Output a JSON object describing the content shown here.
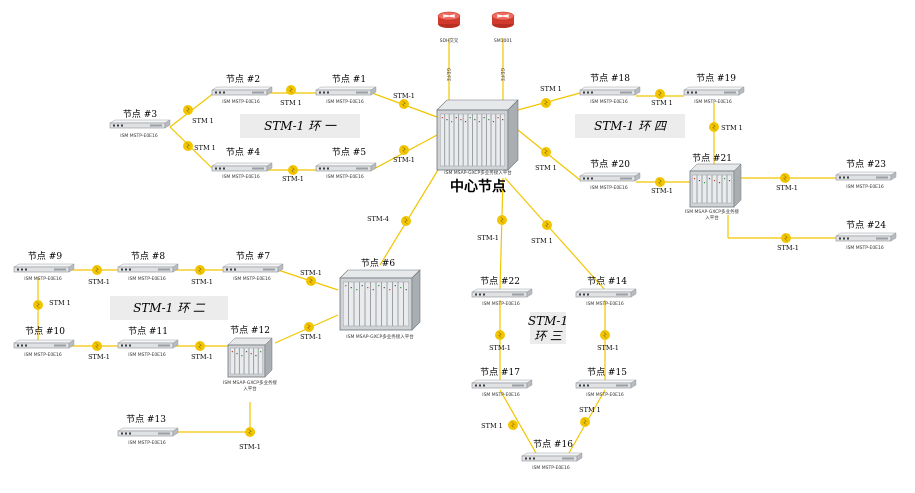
{
  "center": {
    "title": "中心节点",
    "platform_caption": "ISM MSAP-GXCP多业务接入平台",
    "router_left": "SDH交叉",
    "router_right": "SM1001",
    "uplink_left": "GE/FE",
    "uplink_right": "GE/FE"
  },
  "nodes": [
    {
      "id": "n2",
      "label": "节点 #2",
      "caption": "ISM MSTP-E0E16"
    },
    {
      "id": "n1",
      "label": "节点 #1",
      "caption": "ISM MSTP-E0E16"
    },
    {
      "id": "n3",
      "label": "节点 #3",
      "caption": "ISM MSTP-E0E16"
    },
    {
      "id": "n4",
      "label": "节点 #4",
      "caption": "ISM MSTP-E0E16"
    },
    {
      "id": "n5",
      "label": "节点 #5",
      "caption": "ISM MSTP-E0E16"
    },
    {
      "id": "n18",
      "label": "节点 #18",
      "caption": "ISM MSTP-E0E16"
    },
    {
      "id": "n19",
      "label": "节点 #19",
      "caption": "ISM MSTP-E0E16"
    },
    {
      "id": "n20",
      "label": "节点 #20",
      "caption": "ISM MSTP-E0E16"
    },
    {
      "id": "n23",
      "label": "节点 #23",
      "caption": "ISM MSTP-E0E16"
    },
    {
      "id": "n24",
      "label": "节点 #24",
      "caption": "ISM MSTP-E0E16"
    },
    {
      "id": "n9",
      "label": "节点 #9",
      "caption": "ISM MSTP-E0E16"
    },
    {
      "id": "n8",
      "label": "节点 #8",
      "caption": "ISM MSTP-E0E16"
    },
    {
      "id": "n7",
      "label": "节点 #7",
      "caption": "ISM MSTP-E0E16"
    },
    {
      "id": "n10",
      "label": "节点 #10",
      "caption": "ISM MSTP-E0E16"
    },
    {
      "id": "n11",
      "label": "节点 #11",
      "caption": "ISM MSTP-E0E16"
    },
    {
      "id": "n22",
      "label": "节点 #22",
      "caption": "ISM MSTP-E0E16"
    },
    {
      "id": "n14",
      "label": "节点 #14",
      "caption": "ISM MSTP-E0E16"
    },
    {
      "id": "n17",
      "label": "节点 #17",
      "caption": "ISM MSTP-E0E16"
    },
    {
      "id": "n15",
      "label": "节点 #15",
      "caption": "ISM MSTP-E0E16"
    },
    {
      "id": "n13",
      "label": "节点 #13",
      "caption": "ISM MSTP-E0E16"
    },
    {
      "id": "n16",
      "label": "节点 #16",
      "caption": "ISM MSTP-E0E16"
    }
  ],
  "racks": [
    {
      "id": "n21",
      "label": "节点 #21",
      "caption1": "ISM MSAP-GXCP多业务接",
      "caption2": "入平台"
    },
    {
      "id": "n6",
      "label": "节点 #6",
      "caption1": "ISM MSAP-GXCP多业务接入平台",
      "caption2": ""
    },
    {
      "id": "n12",
      "label": "节点 #12",
      "caption1": "ISM MSAP-GXCP多业务接",
      "caption2": "入平台"
    }
  ],
  "rings": {
    "one": "STM-1 环 一",
    "two": "STM-1 环 二",
    "three_line1": "STM-1",
    "three_line2": "环 三",
    "four": "STM-1 环 四"
  },
  "link_labels": {
    "stm1": "STM-1",
    "stm1_spaced": "STM 1",
    "stm4": "STM-4"
  },
  "colors": {
    "link": "#f2c500",
    "device": "#dfe1e3",
    "router": "#e23b2e"
  }
}
